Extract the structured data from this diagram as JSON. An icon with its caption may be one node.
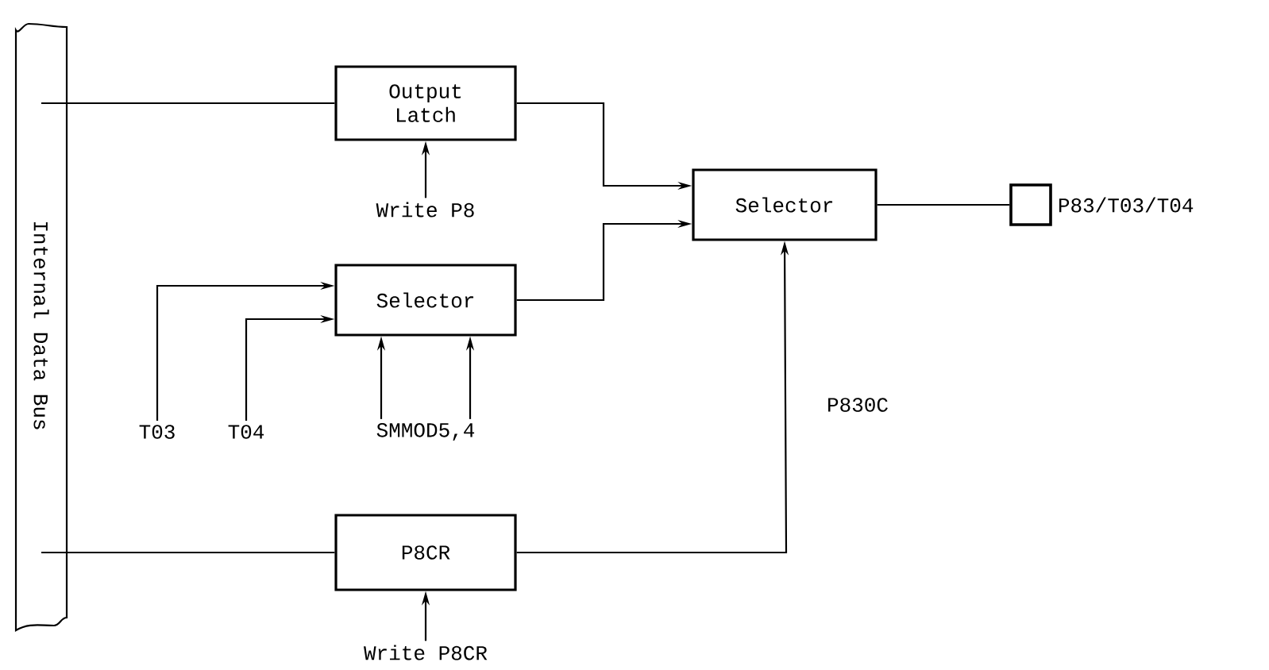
{
  "diagram": {
    "nodes": [
      {
        "text": [
          "Internal Data Bus"
        ]
      },
      {
        "text": [
          "Output Latch"
        ]
      },
      {
        "text": [
          "Selector"
        ]
      },
      {
        "text": [
          "Selector"
        ]
      },
      {
        "text": [
          "P8CR"
        ]
      },
      {
        "text": [],
        "shape": "box",
        "beside": [
          "P83/T03/T04"
        ]
      },
      {
        "text": [
          "Write P8"
        ]
      },
      {
        "text": [
          "T03"
        ]
      },
      {
        "text": [
          "T04"
        ]
      },
      {
        "text": [
          "SMMOD5,4"
        ]
      },
      {
        "text": [
          "Write P8CR"
        ]
      }
    ],
    "edges": [
      {
        "from": 0,
        "to": 1,
        "arrow": "none"
      },
      {
        "from": 1,
        "to": 3,
        "arrow": "to"
      },
      {
        "from": 2,
        "to": 3,
        "arrow": "to"
      },
      {
        "from": 3,
        "to": 5,
        "arrow": "none"
      },
      {
        "from": 0,
        "to": 4,
        "arrow": "none"
      },
      {
        "from": 4,
        "to": 3,
        "arrow": "to",
        "label": "P830C"
      },
      {
        "from": 6,
        "to": 1,
        "arrow": "to"
      },
      {
        "from": 7,
        "to": 2,
        "arrow": "to"
      },
      {
        "from": 8,
        "to": 2,
        "arrow": "to"
      },
      {
        "from": 9,
        "to": 2,
        "arrow": "to"
      },
      {
        "from": 9,
        "to": 2,
        "arrow": "to"
      },
      {
        "from": 10,
        "to": 4,
        "arrow": "to"
      }
    ]
  }
}
